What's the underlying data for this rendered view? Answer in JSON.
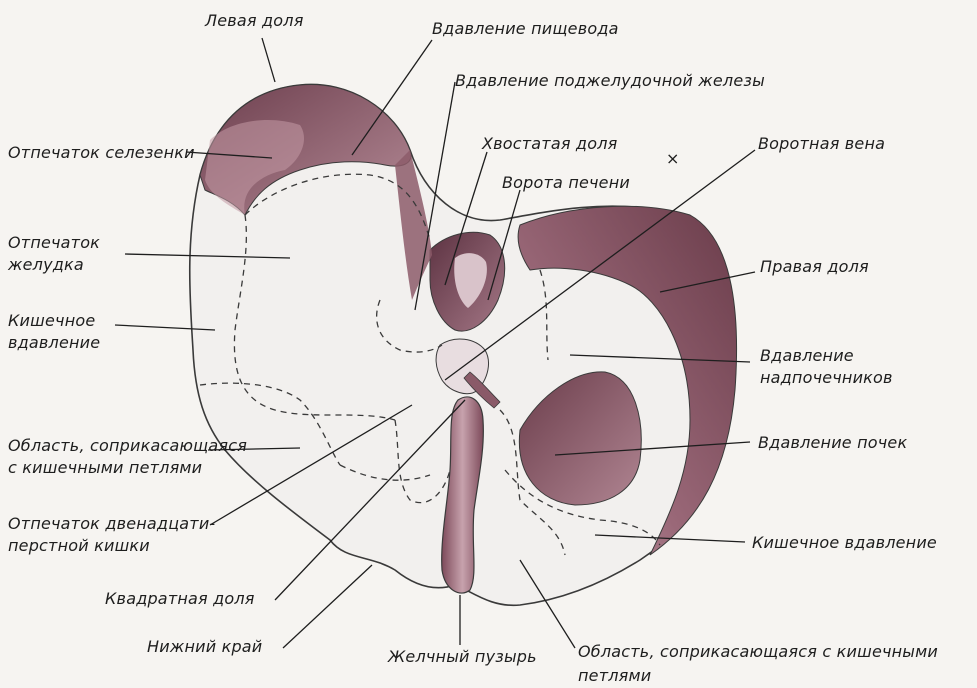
{
  "labels": {
    "left_lobe": "Левая доля",
    "esophagus": "Вдавление пищевода",
    "pancreas": "Вдавление поджелудочной железы",
    "caudate": "Хвостатая доля",
    "portal_vein": "Воротная вена",
    "porta_hepatis": "Ворота печени",
    "spleen": "Отпечаток селезенки",
    "stomach_1": "Отпечаток",
    "stomach_2": "желудка",
    "intestinal_left_1": "Кишечное",
    "intestinal_left_2": "вдавление",
    "right_lobe": "Правая доля",
    "adrenal_1": "Вдавление",
    "adrenal_2": "надпочечников",
    "kidney": "Вдавление почек",
    "contact_left_1": "Область, соприкасающаяся",
    "contact_left_2": "с кишечными петлями",
    "duodenum_1": "Отпечаток двенадцати-",
    "duodenum_2": "перстной  кишки",
    "intestinal_right": "Кишечное вдавление",
    "quadrate": "Квадратная доля",
    "inferior_margin": "Нижний  край",
    "gallbladder": "Желчный пузырь",
    "contact_right_1": "Область, соприкасающаяся  с кишечными",
    "contact_right_2": "петлями",
    "mark": "×"
  },
  "colors": {
    "ink": "#1e1e1e",
    "liver_light": "#f2f0ee",
    "liver_dark": "#7a4a58",
    "liver_mid": "#a87a88",
    "paper": "#f6f4f1"
  }
}
